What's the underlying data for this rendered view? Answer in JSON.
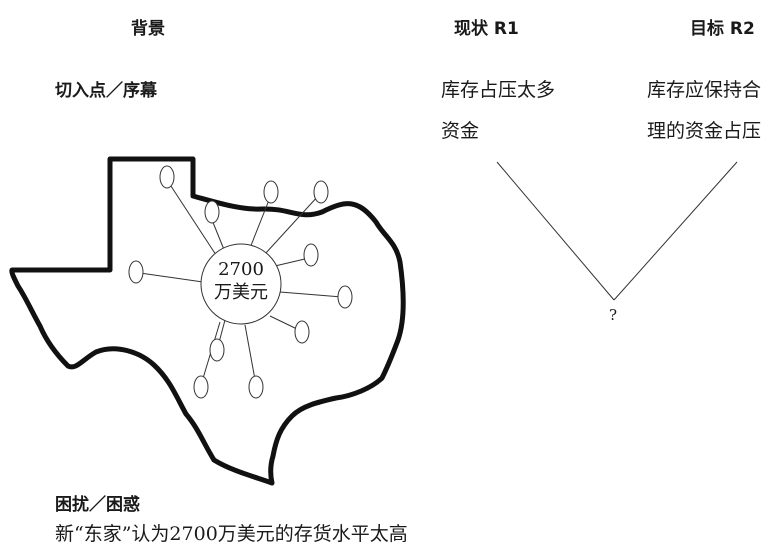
{
  "headers": {
    "background": "背景",
    "current": "现状 R1",
    "goal": "目标 R2"
  },
  "entry": {
    "label": "切入点／序幕"
  },
  "r1": {
    "line1": "库存占压太多",
    "line2": "资金"
  },
  "r2": {
    "line1": "库存应保持合",
    "line2": "理的资金占压"
  },
  "map": {
    "center_line1": "2700",
    "center_line2": "万美元"
  },
  "gap": {
    "question": "?"
  },
  "trouble": {
    "label": "困扰／困惑",
    "text": "新“东家”认为2700万美元的存货水平太高"
  }
}
